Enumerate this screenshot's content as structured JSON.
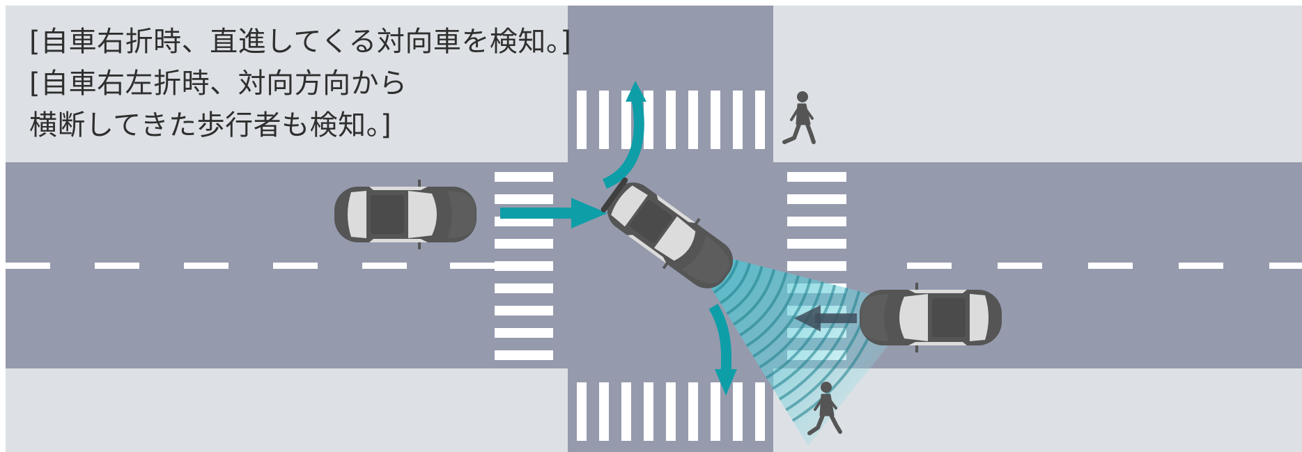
{
  "caption": {
    "line1": "[自車右折時、直進してくる対向車を検知。]",
    "line2": "[自車右左折時、対向方向から",
    "line3": "横断してきた歩行者も検知。]"
  },
  "colors": {
    "sidewalk": "#dde1e5",
    "road": "#959aad",
    "marking": "#ffffff",
    "arrow": "#0e9ea8",
    "car_body": "#555555",
    "car_glass": "#dcdcdc",
    "sensor": "#6fd0dc",
    "pedestrian": "#555555"
  }
}
